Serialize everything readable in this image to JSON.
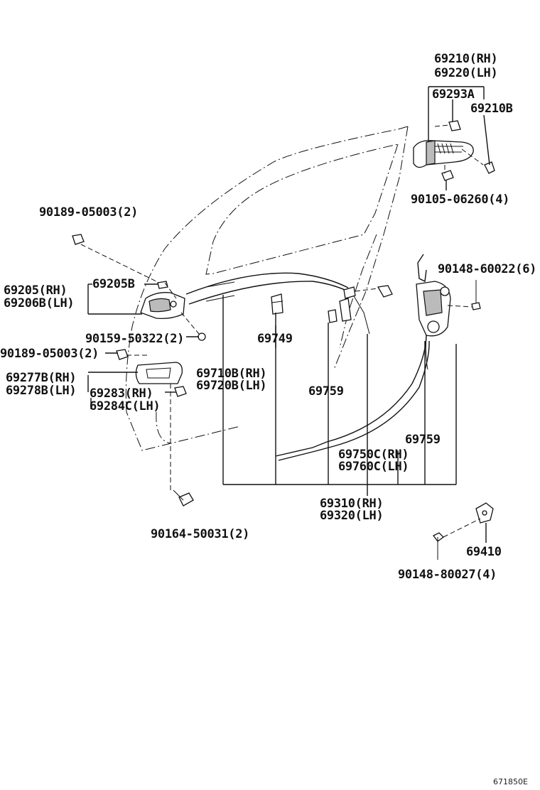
{
  "labels": {
    "p69210": "69210(RH)",
    "p69220": "69220(LH)",
    "p69293A": "69293A",
    "p69210B": "69210B",
    "p90105": "90105-06260(4)",
    "p90189a": "90189-05003(2)",
    "p69205B": "69205B",
    "p69205": "69205(RH)",
    "p69206B": "69206B(LH)",
    "p90159": "90159-50322(2)",
    "p90189b": "90189-05003(2)",
    "p69277B": "69277B(RH)",
    "p69278B": "69278B(LH)",
    "p69283": "69283(RH)",
    "p69284C": "69284C(LH)",
    "p69749": "69749",
    "p69710B": "69710B(RH)",
    "p69720B": "69720B(LH)",
    "p69759a": "69759",
    "p90148a": "90148-60022(6)",
    "p69759b": "69759",
    "p69750C": "69750C(RH)",
    "p69760C": "69760C(LH)",
    "p69310": "69310(RH)",
    "p69320": "69320(LH)",
    "p90164": "90164-50031(2)",
    "p69410": "69410",
    "p90148b": "90148-80027(4)",
    "figure_code": "671850E"
  }
}
